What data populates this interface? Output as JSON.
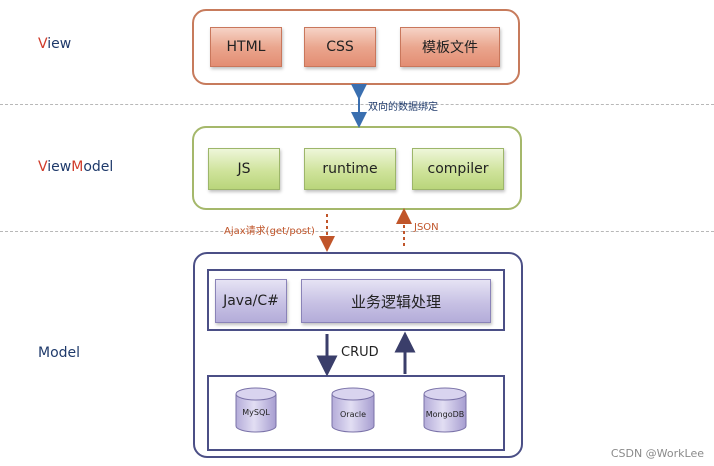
{
  "layers": {
    "view": {
      "first": "V",
      "rest": "iew"
    },
    "viewmodel": {
      "p1": "V",
      "p2": "iew",
      "p3": "M",
      "p4": "odel"
    },
    "model": {
      "label": "Model"
    }
  },
  "view_items": [
    "HTML",
    "CSS",
    "模板文件"
  ],
  "viewmodel_items": [
    "JS",
    "runtime",
    "compiler"
  ],
  "model_items": {
    "lang": "Java/C#",
    "logic": "业务逻辑处理"
  },
  "connectors": {
    "binding": "双向的数据绑定",
    "request": "Ajax请求(get/post)",
    "response": "JSON",
    "crud": "CRUD"
  },
  "databases": [
    "MySQL",
    "Oracle",
    "MongoDB"
  ],
  "watermark": "CSDN @WorkLee",
  "colors": {
    "view_border": "#c77b5c",
    "viewmodel_border": "#a5b86b",
    "model_border": "#4b4f86",
    "label_accent": "#d03b2a",
    "label_main": "#1f3a6b",
    "arrow_blue": "#3a6fb0",
    "arrow_orange": "#c0552a"
  }
}
